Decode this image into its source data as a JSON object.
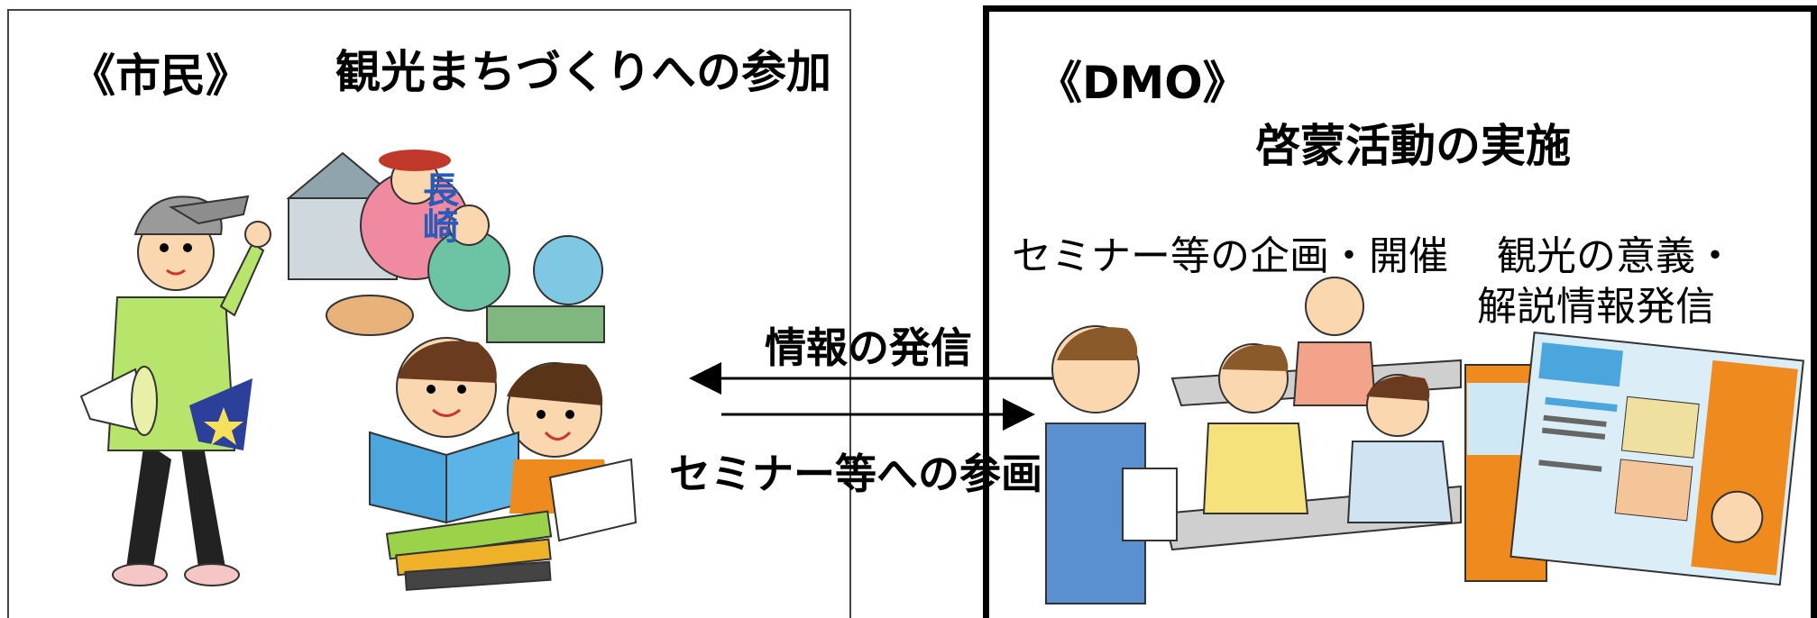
{
  "left": {
    "tag": "《市民》",
    "title": "観光まちづくりへの参加",
    "sign_text": "長崎"
  },
  "right": {
    "tag": "《DMO》",
    "title": "啓蒙活動の実施",
    "seminar_label": "セミナー等の企画・開催",
    "info_label_line1": "観光の意義・",
    "info_label_line2": "解説情報発信"
  },
  "center": {
    "arrow_top_label": "情報の発信",
    "arrow_bottom_label": "セミナー等への参画"
  },
  "colors": {
    "orange": "#ef8a1f",
    "blue": "#4aa6dd",
    "green": "#9ad24a",
    "skin": "#fbd7b0"
  }
}
